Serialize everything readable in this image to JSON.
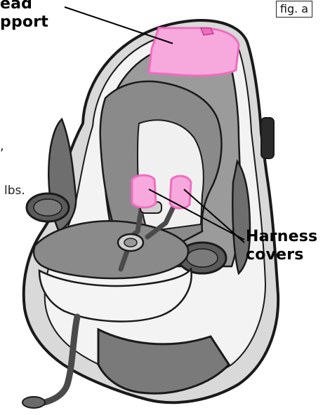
{
  "figure": {
    "tag": "fig. a",
    "callouts": {
      "head_support": [
        "ead",
        "pport"
      ],
      "harness_covers": [
        "Harness",
        "covers"
      ]
    },
    "edge_fragments": {
      "a": ",",
      "b": "lbs."
    },
    "colors": {
      "outline": "#1a1a1a",
      "shell_light": "#d9d9d9",
      "shell_white": "#f3f3f3",
      "fabric_gray": "#9b9b9b",
      "fabric_dark": "#6e6e6e",
      "pad_dark": "#5a5a5a",
      "highlight_pink": "#f06cc0",
      "highlight_pink_fill": "#f7a9dd"
    },
    "icons": [
      "head-support-pad-icon",
      "harness-cover-icon",
      "buckle-icon"
    ]
  }
}
